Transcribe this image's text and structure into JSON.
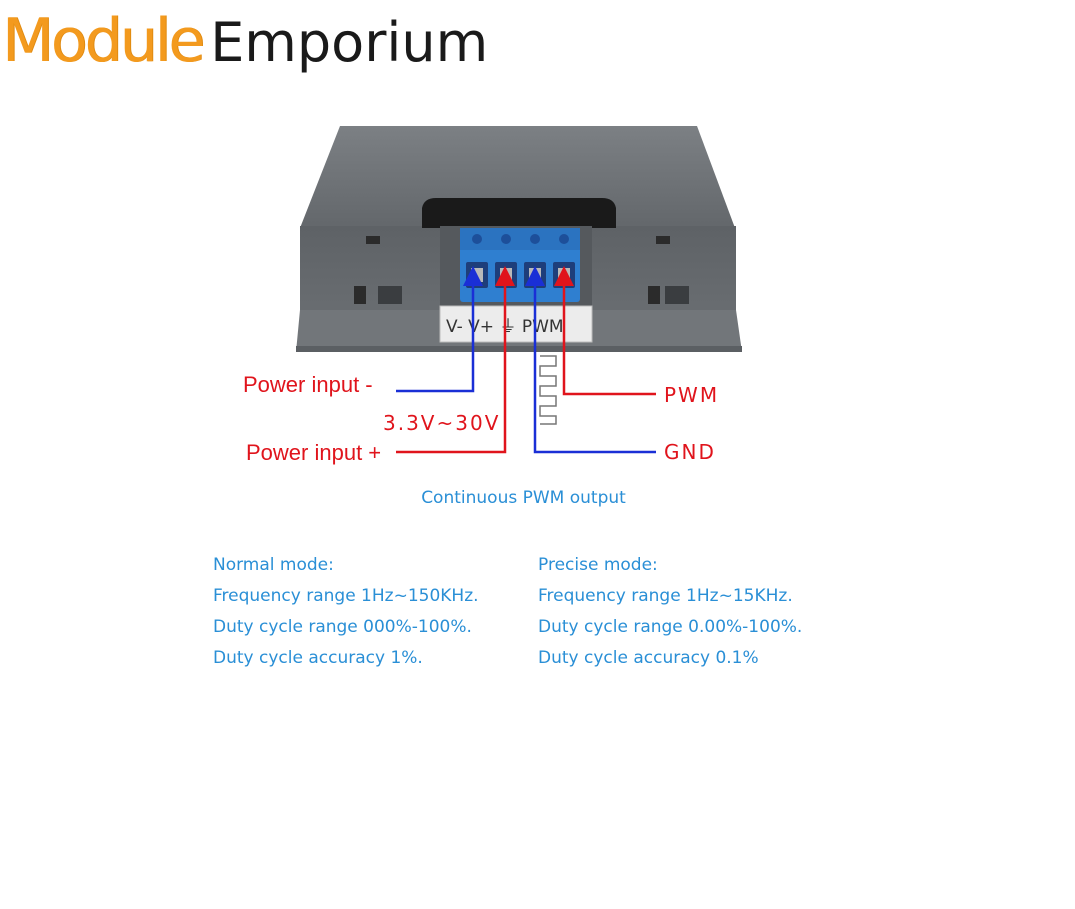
{
  "logo": {
    "part1": "Module",
    "part2": "Emporium"
  },
  "terminal_label": "V- V+ ⏚ PWM",
  "labels": {
    "power_minus": "Power input -",
    "voltage": "3.3V~30V",
    "power_plus": "Power input +",
    "pwm": "PWM",
    "gnd": "GND"
  },
  "caption": "Continuous PWM output",
  "normal_mode": {
    "title": "Normal mode:",
    "lines": [
      "Frequency range 1Hz~150KHz.",
      "Duty cycle range 000%-100%.",
      "Duty cycle accuracy 1%."
    ]
  },
  "precise_mode": {
    "title": "Precise mode:",
    "lines": [
      "Frequency range 1Hz~15KHz.",
      "Duty cycle range 0.00%-100%.",
      "Duty cycle accuracy 0.1%"
    ]
  },
  "colors": {
    "red_wire": "#e0141c",
    "blue_wire": "#1a2fd6",
    "terminal_block": "#2f7fd0",
    "housing": "#6f7377",
    "text_blue": "#2a8fd6",
    "logo_orange": "#f39a1e"
  }
}
